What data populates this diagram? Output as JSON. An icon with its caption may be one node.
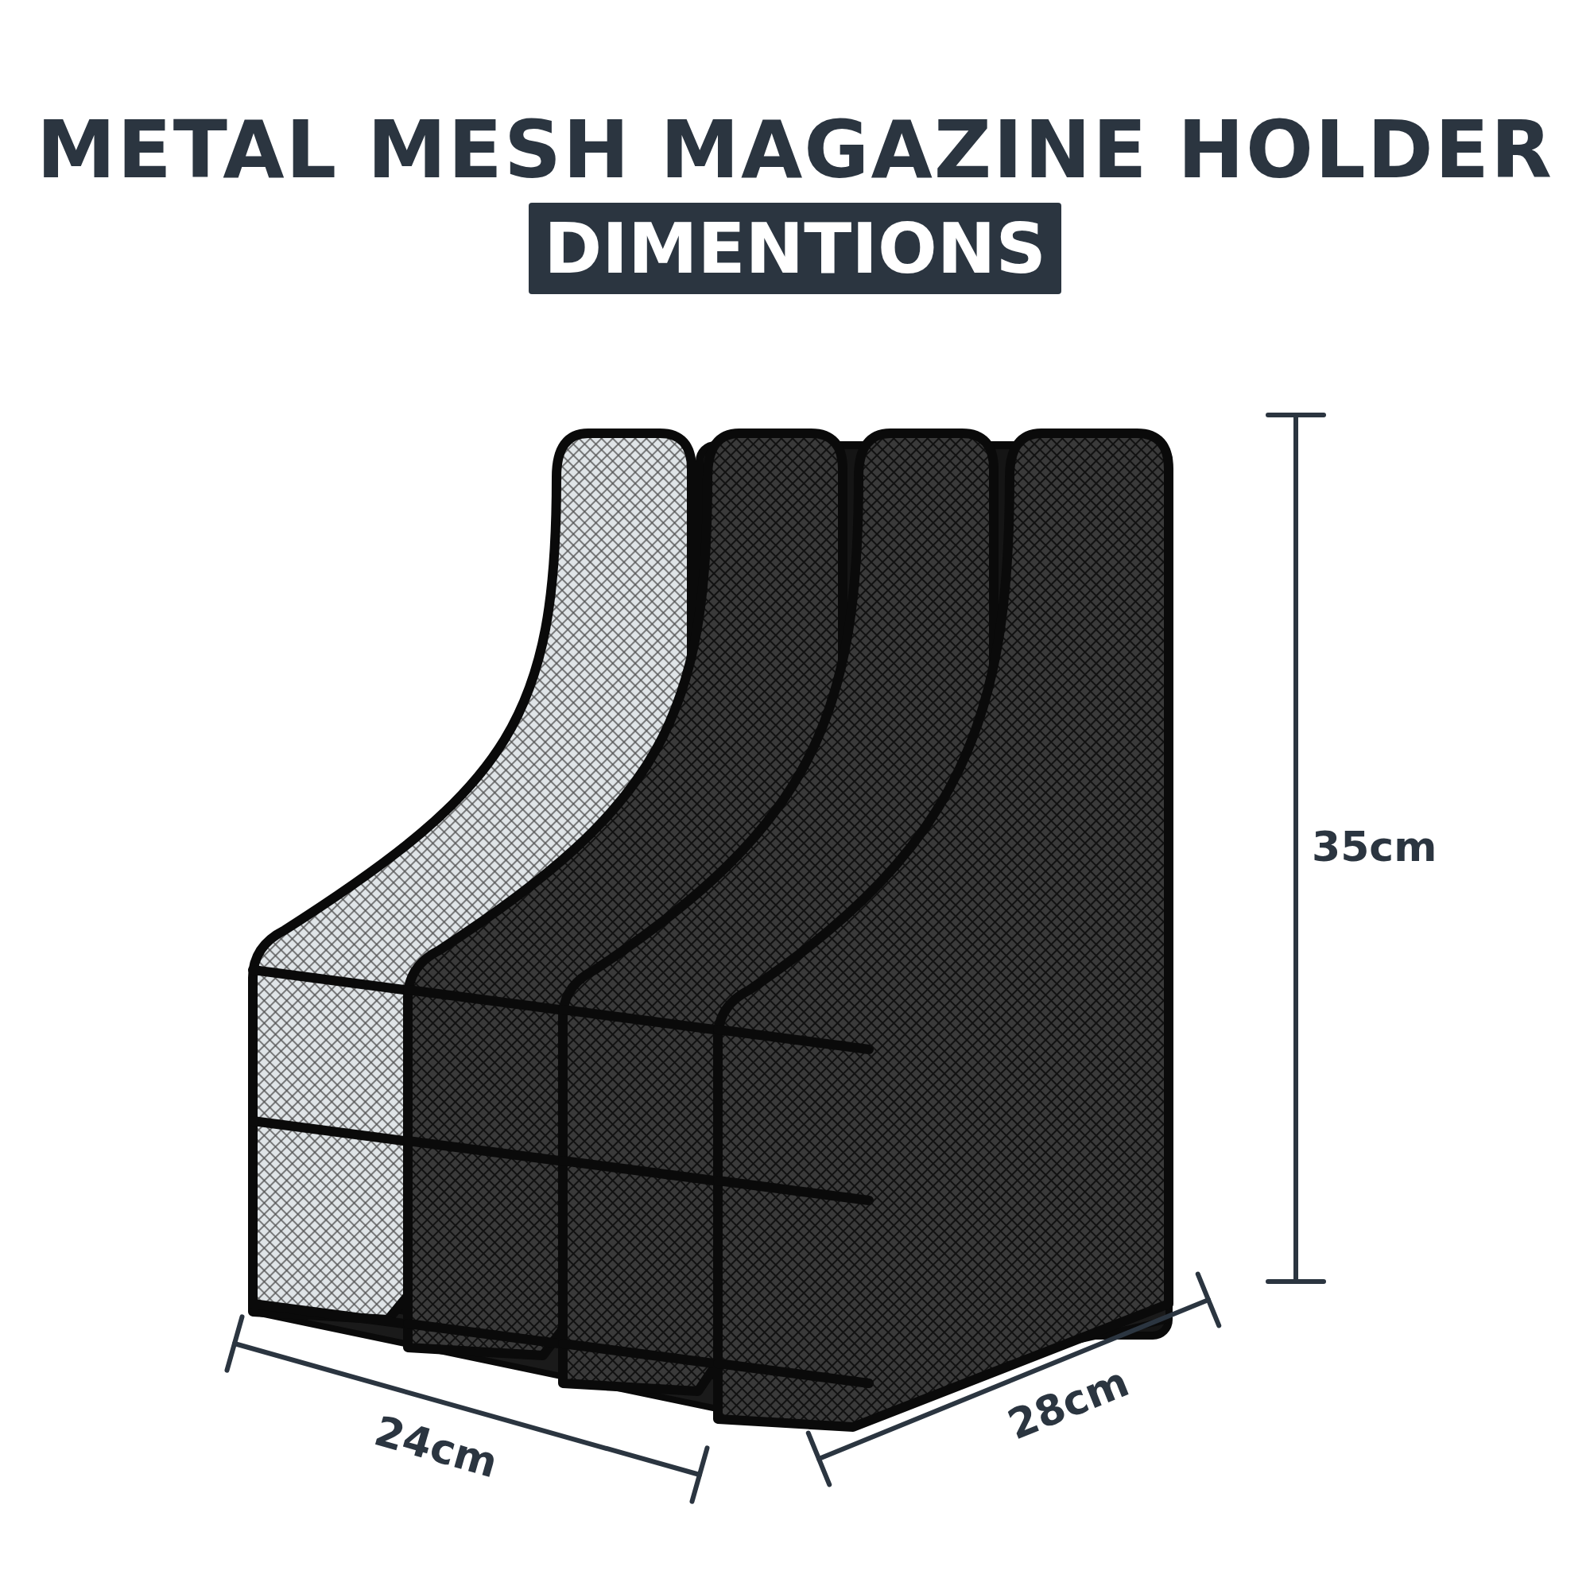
{
  "diagram": {
    "title": "METAL MESH MAGAZINE HOLDER",
    "labels": [
      "DIMENTIONS",
      "35cm",
      "24cm",
      "28cm"
    ]
  }
}
